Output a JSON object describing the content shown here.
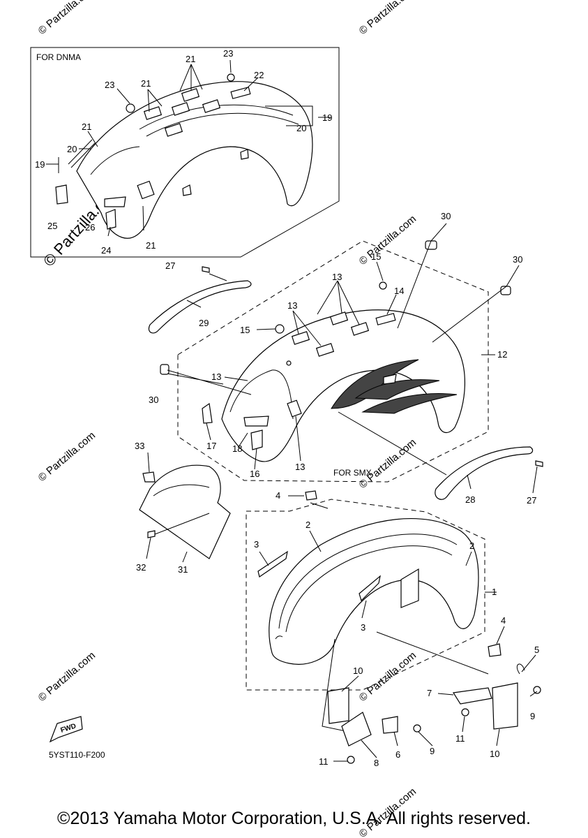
{
  "watermarks": {
    "small": "© Partzilla.com",
    "big": "© Partzilla.com"
  },
  "sections": {
    "dnma": "FOR DNMA",
    "smx": "FOR SMX"
  },
  "callouts": {
    "p1": "1",
    "p2a": "2",
    "p2b": "2",
    "p3a": "3",
    "p3b": "3",
    "p4a": "4",
    "p4b": "4",
    "p5": "5",
    "p6": "6",
    "p7": "7",
    "p8": "8",
    "p9a": "9",
    "p9b": "9",
    "p10a": "10",
    "p10b": "10",
    "p11a": "11",
    "p11b": "11",
    "p12": "12",
    "p13a": "13",
    "p13b": "13",
    "p13c": "13",
    "p13d": "13",
    "p14": "14",
    "p15a": "15",
    "p15b": "15",
    "p16": "16",
    "p17": "17",
    "p18": "18",
    "p19a": "19",
    "p19b": "19",
    "p20a": "20",
    "p20b": "20",
    "p21a": "21",
    "p21b": "21",
    "p21c": "21",
    "p21d": "21",
    "p22": "22",
    "p23a": "23",
    "p23b": "23",
    "p24": "24",
    "p25": "25",
    "p26": "26",
    "p27a": "27",
    "p27b": "27",
    "p28": "28",
    "p29": "29",
    "p30a": "30",
    "p30b": "30",
    "p30c": "30",
    "p31": "31",
    "p32": "32",
    "p33": "33"
  },
  "fwd_label": "FWD",
  "diagram_code": "5YST110-F200",
  "copyright": "©2013 Yamaha Motor Corporation, U.S.A. All rights reserved."
}
